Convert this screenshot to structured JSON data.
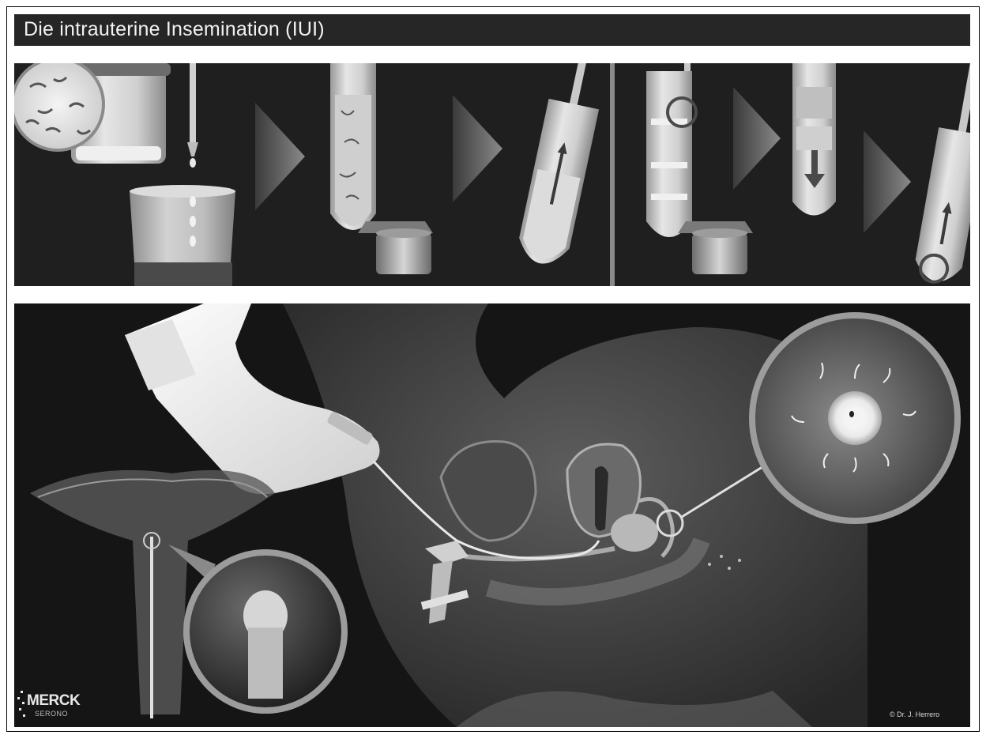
{
  "title": "Die intrauterine Insemination (IUI)",
  "logo": {
    "main": "MERCK",
    "sub": "SERONO"
  },
  "copyright": "© Dr. J. Herrero",
  "colors": {
    "background": "#151515",
    "titlebar": "#262626",
    "illustration": "#bdbdbd"
  },
  "panels": {
    "top_steps": [
      "sample-jar-with-sperm",
      "dropper-into-cup",
      "test-tube-in-centrifuge",
      "swim-up-tube",
      "gradient-tube-in-centrifuge",
      "centrifuged-tube",
      "collected-sperm-tube"
    ],
    "bottom": [
      "uterus-front-view",
      "catheter-magnifier",
      "gloved-hand-with-syringe",
      "pelvis-cross-section",
      "egg-magnifier"
    ]
  }
}
